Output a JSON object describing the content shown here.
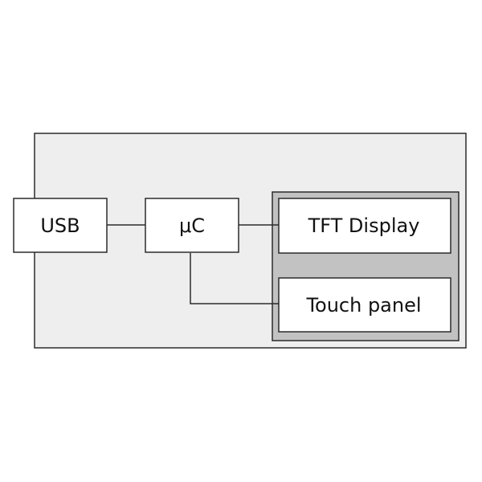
{
  "blocks": {
    "usb": "USB",
    "mcu": "μC",
    "tft_display": "TFT Display",
    "touch_panel": "Touch panel"
  },
  "colors": {
    "device_fill": "#eeeeee",
    "display_module_fill": "#c2c2c2",
    "block_fill": "#ffffff",
    "stroke": "#2b2b2b"
  }
}
